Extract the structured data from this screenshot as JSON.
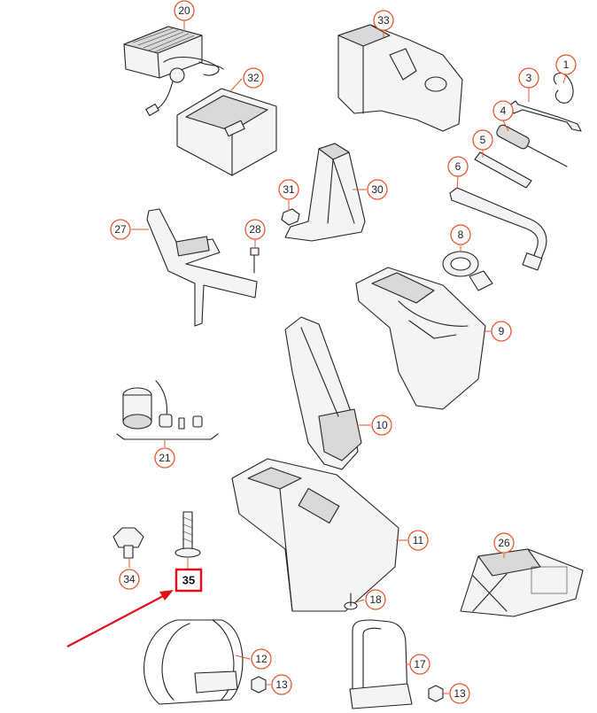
{
  "diagram": {
    "callouts": [
      "20",
      "32",
      "33",
      "1",
      "3",
      "4",
      "5",
      "6",
      "31",
      "30",
      "27",
      "28",
      "8",
      "9",
      "10",
      "21",
      "11",
      "26",
      "34",
      "35",
      "18",
      "12",
      "13",
      "17",
      "13"
    ],
    "highlight": {
      "label": "35",
      "color": "#e0101a"
    },
    "accent_color": "#e8572e"
  }
}
